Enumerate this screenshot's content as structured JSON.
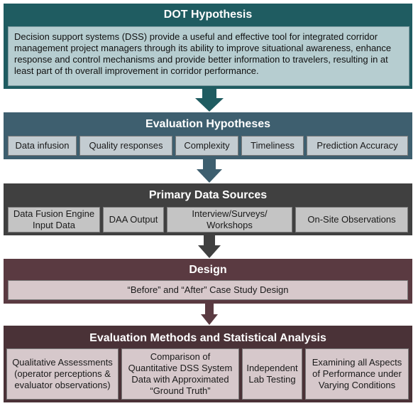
{
  "sections": {
    "dot": {
      "title": "DOT Hypothesis",
      "body": "Decision support systems (DSS) provide a useful and effective tool for integrated corridor management project managers through its ability to improve situational awareness, enhance response and control mechanisms and provide better information to travelers, resulting in at least part of th overall improvement in corridor performance."
    },
    "evaluation": {
      "title": "Evaluation Hypotheses",
      "items": [
        "Data infusion",
        "Quality responses",
        "Complexity",
        "Timeliness",
        "Prediction Accuracy"
      ]
    },
    "sources": {
      "title": "Primary Data Sources",
      "items": [
        "Data Fusion Engine Input Data",
        "DAA Output",
        "Interview/Surveys/ Workshops",
        "On-Site Observations"
      ]
    },
    "design": {
      "title": "Design",
      "items": [
        "“Before” and “After” Case Study Design"
      ]
    },
    "methods": {
      "title": "Evaluation Methods and Statistical Analysis",
      "items": [
        "Qualitative Assessments (operator perceptions & evaluator observations)",
        "Comparison of Quantitative DSS System Data with Approximated “Ground Truth”",
        "Independent Lab Testing",
        "Examining all Aspects of Performance under Varying Conditions"
      ]
    }
  },
  "colors": {
    "dot": "#1f5c61",
    "dot_inner": "#b6cdd0",
    "evaluation": "#3e5f6f",
    "evaluation_inner": "#c3ccd1",
    "sources": "#404040",
    "sources_inner": "#c4c4c4",
    "design": "#5a3a41",
    "design_inner": "#d7c8cb",
    "methods": "#4a3237",
    "methods_inner": "#d6c8cb"
  }
}
